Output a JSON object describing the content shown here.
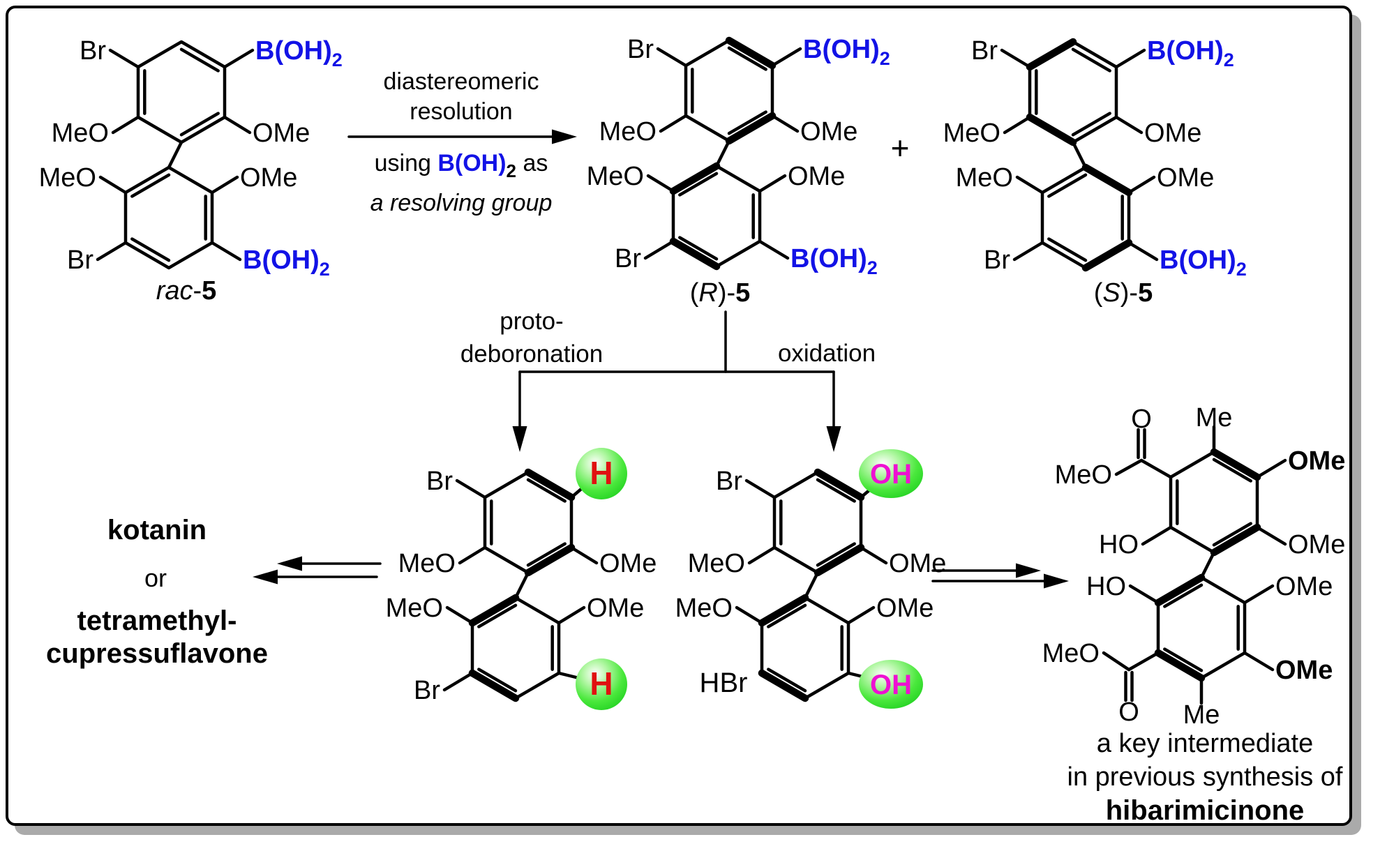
{
  "colors": {
    "blue": "#1212e6",
    "red": "#e01111",
    "magenta": "#ee10d2",
    "black": "#000000",
    "green_rim": "#21d121",
    "green_mid": "#4ae83c",
    "green_light": "#b4f7a6",
    "shadow": "#aaaaaa"
  },
  "reaction_arrow": {
    "top_line1": "diastereomeric",
    "top_line2": "resolution",
    "below_pre": "using ",
    "below_boron": "B(OH)",
    "below_boron_sub": "2",
    "below_post": " as",
    "below_italic": "a resolving group"
  },
  "branch": {
    "left_label_line1": "proto-",
    "left_label_line2": "deboronation",
    "right_label": "oxidation"
  },
  "plus_sign": "+",
  "compound_labels": {
    "rac": {
      "italic": "rac",
      "dash": "-",
      "number": "5"
    },
    "r": {
      "open": "(",
      "stereo": "R",
      "close": ")-",
      "number": "5"
    },
    "s": {
      "open": "(",
      "stereo": "S",
      "close": ")-",
      "number": "5"
    }
  },
  "left_products": {
    "line1": "kotanin",
    "line2": "or",
    "line3": "tetramethyl-",
    "line4": "cupressuflavone"
  },
  "byproduct": "HBr",
  "right_caption": {
    "line1": "a key intermediate",
    "line2": "in previous synthesis of",
    "line3": "hibarimicinone"
  },
  "structures": {
    "rac5": {
      "tl": "Br",
      "tr": "B(OH)_2",
      "ml": "MeO",
      "mr": "OMe",
      "l2": "MeO",
      "r2": "OMe",
      "bl": "Br",
      "br": "B(OH)_2"
    },
    "r5": {
      "tl": "Br",
      "tr": "B(OH)_2",
      "ml": "MeO",
      "mr": "OMe",
      "l2": "MeO",
      "r2": "OMe",
      "bl": "Br",
      "br": "B(OH)_2"
    },
    "s5": {
      "tl": "Br",
      "tr": "B(OH)_2",
      "ml": "MeO",
      "mr": "OMe",
      "l2": "MeO",
      "r2": "OMe",
      "bl": "Br",
      "br": "B(OH)_2"
    },
    "proto": {
      "tl": "Br",
      "tr": "H",
      "ml": "MeO",
      "mr": "OMe",
      "l2": "MeO",
      "r2": "OMe",
      "bl": "Br",
      "br": "H"
    },
    "oxid": {
      "tl": "Br",
      "tr": "OH",
      "ml": "MeO",
      "mr": "OMe",
      "l2": "MeO",
      "r2": "OMe",
      "br": "OH"
    },
    "ester": {
      "me_top": "Me",
      "o_top": "O",
      "meo_top": "MeO",
      "ome_tr": "OMe",
      "ome_r": "OMe",
      "ho_l": "HO",
      "ho_l2": "HO",
      "ome_r2": "OMe",
      "ome_br": "OMe",
      "meo_bot": "MeO",
      "o_bot": "O",
      "me_bot": "Me"
    }
  }
}
